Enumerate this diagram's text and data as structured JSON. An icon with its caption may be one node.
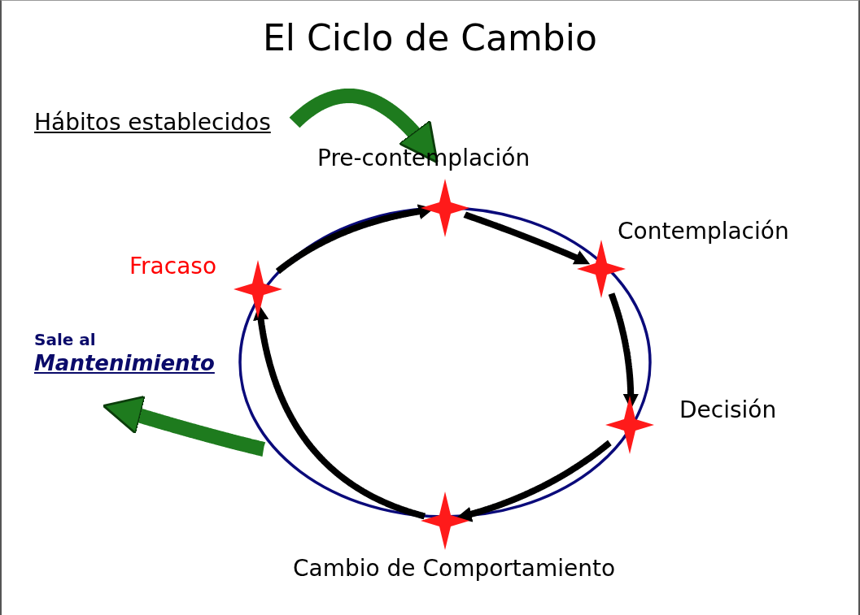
{
  "diagram": {
    "title": "El Ciclo de Cambio",
    "nodes": [
      {
        "text": [
          "Hábitos establecidos"
        ]
      },
      {
        "text": [
          "Pre-contemplación"
        ]
      },
      {
        "text": [
          "Contemplación"
        ]
      },
      {
        "text": [
          "Decisión"
        ]
      },
      {
        "text": [
          "Cambio de Comportamiento"
        ]
      },
      {
        "text": [
          "Fracaso"
        ]
      },
      {
        "text": [
          "Sale al",
          "Mantenimiento"
        ]
      }
    ],
    "edges": [
      {
        "from": 0,
        "to": 1,
        "arrow": "to",
        "style": "thick",
        "color": "#1e7b1e"
      },
      {
        "from": 1,
        "to": 2,
        "arrow": "to"
      },
      {
        "from": 2,
        "to": 3,
        "arrow": "to"
      },
      {
        "from": 3,
        "to": 4,
        "arrow": "to"
      },
      {
        "from": 4,
        "to": 5,
        "arrow": "to"
      },
      {
        "from": 5,
        "to": 1,
        "arrow": "to"
      },
      {
        "from": null,
        "to": 6,
        "arrow": "to",
        "style": "thick",
        "color": "#1e7b1e"
      }
    ]
  }
}
